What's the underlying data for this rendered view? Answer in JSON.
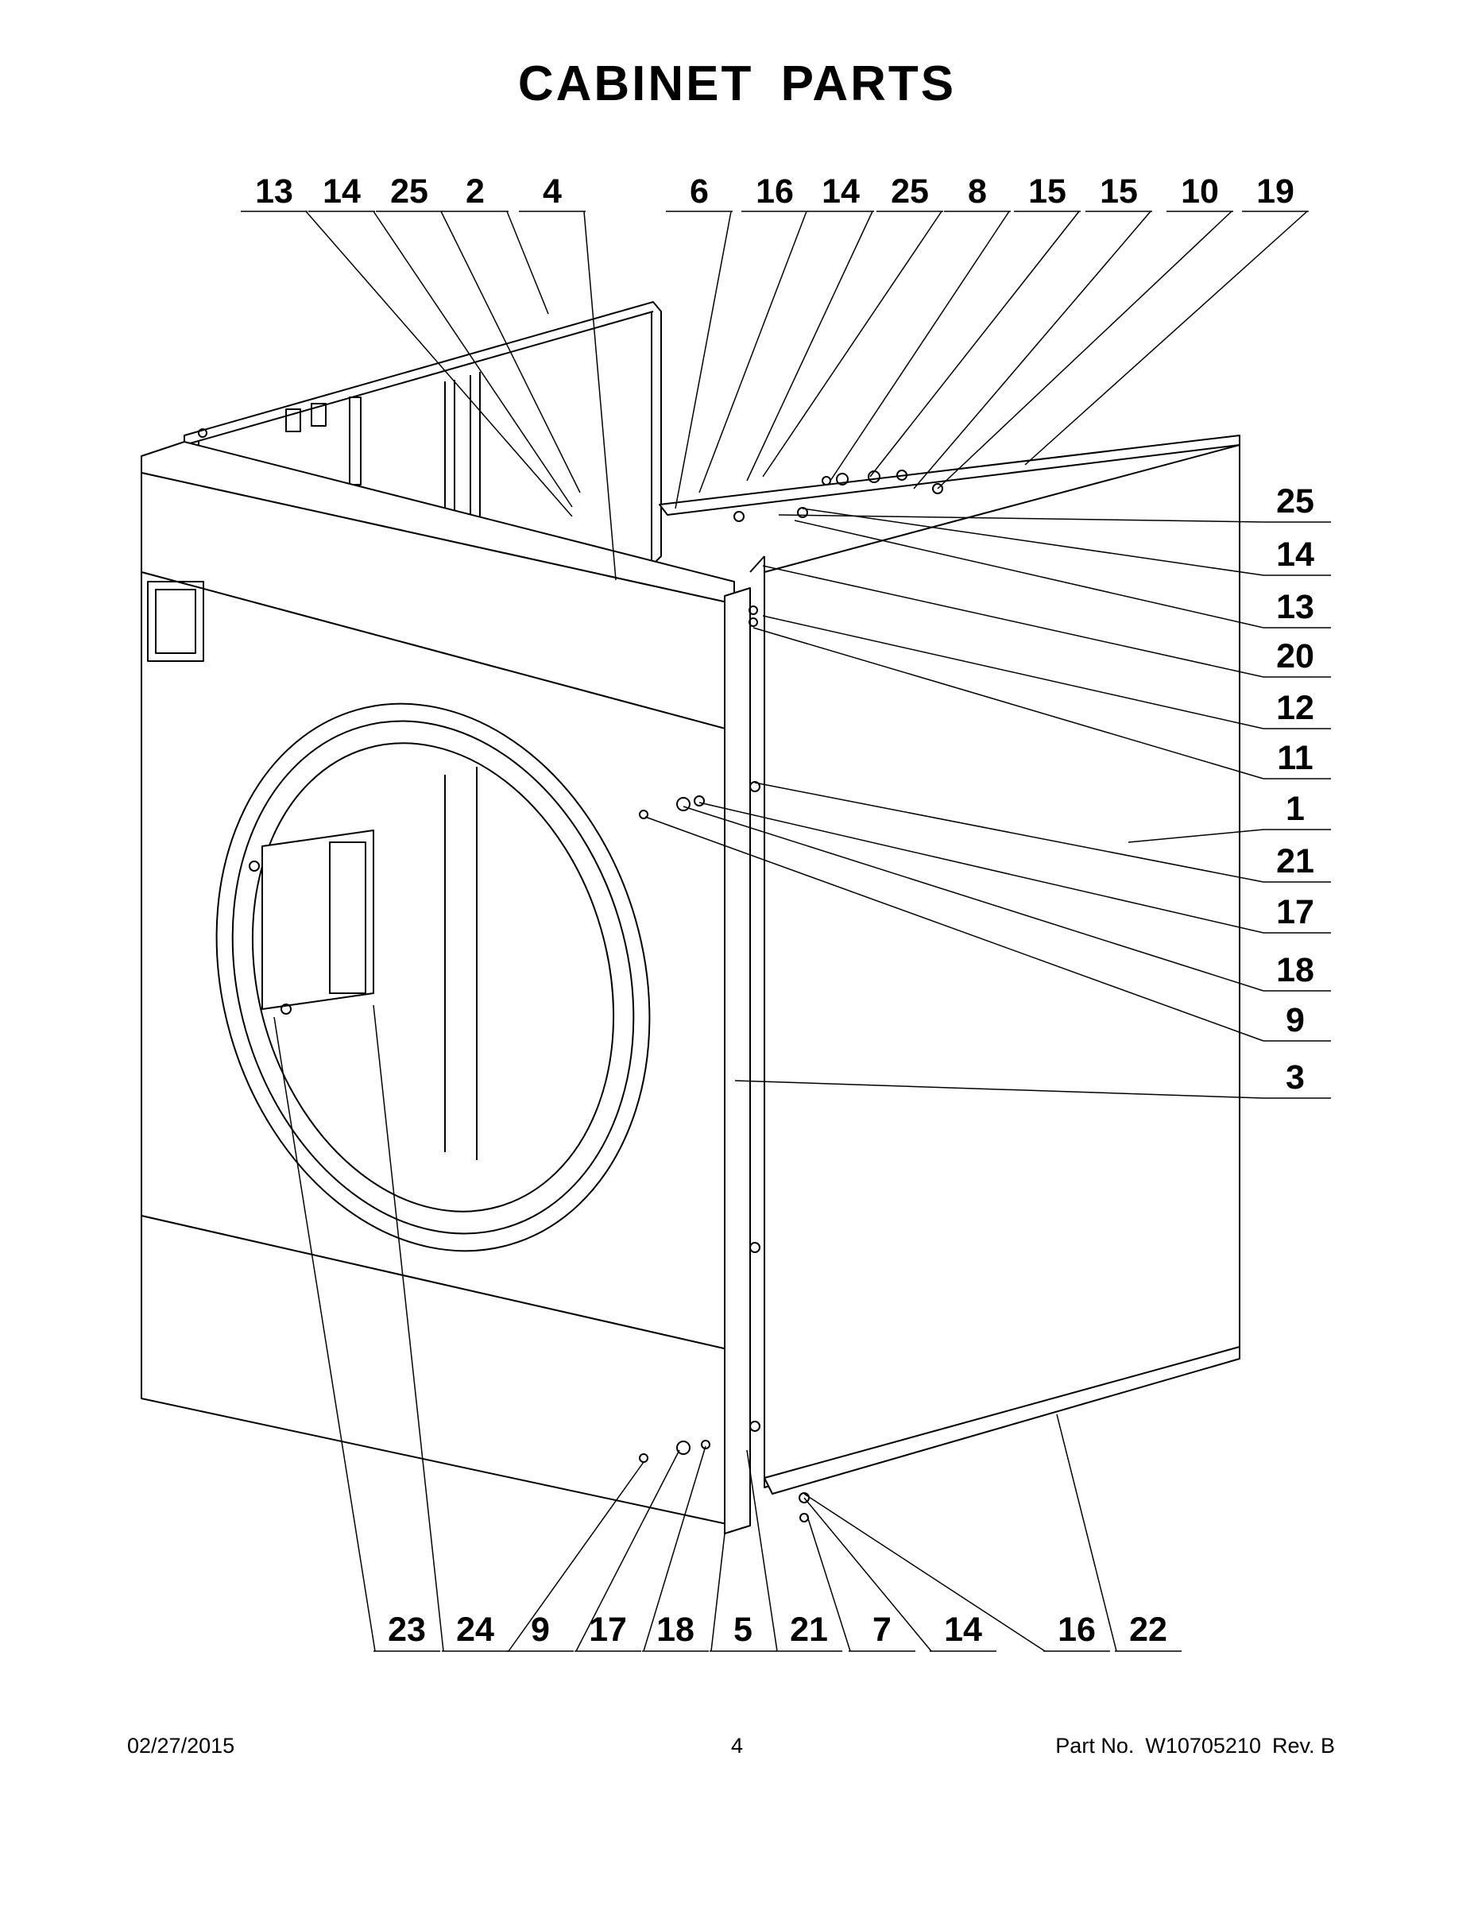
{
  "title": "CABINET PARTS",
  "callouts": {
    "top": [
      "13",
      "14",
      "25",
      "2",
      "4",
      "6",
      "16",
      "14",
      "25",
      "8",
      "15",
      "15",
      "10",
      "19"
    ],
    "right": [
      "25",
      "14",
      "13",
      "20",
      "12",
      "11",
      "1",
      "21",
      "17",
      "18",
      "9",
      "3"
    ],
    "bottom": [
      "23",
      "24",
      "9",
      "17",
      "18",
      "5",
      "21",
      "7",
      "14",
      "16",
      "22"
    ]
  },
  "footer": {
    "date": "02/27/2015",
    "page": "4",
    "part_label": "Part No.",
    "part_number": "W10705210",
    "revision": "Rev. B"
  }
}
